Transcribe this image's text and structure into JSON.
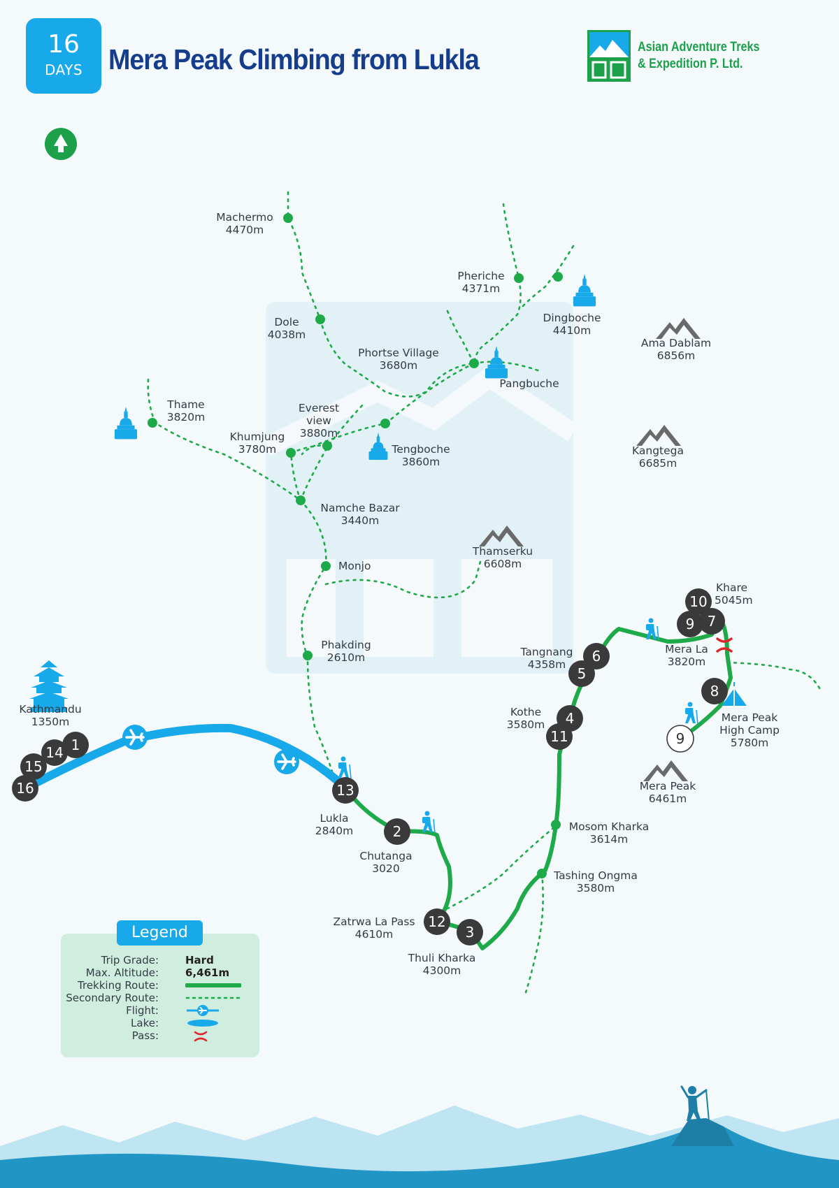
{
  "header": {
    "days_number": "16",
    "days_word": "DAYS",
    "title": "Mera Peak Climbing from Lukla",
    "company_line1": "Asian Adventure Treks",
    "company_line2": "& Expedition P. Ltd."
  },
  "colors": {
    "trek_route": "#1faa4a",
    "secondary_route": "#1faa4a",
    "flight_route": "#18a9ea",
    "day_marker": "#3a3a3a",
    "pass": "#e0252a",
    "accent": "#18a9ea",
    "title": "#163d8c"
  },
  "icons": {
    "north": "tree-icon",
    "monastery": "stupa-icon",
    "mountain": "mountain-icon",
    "hiker": "hiker-icon",
    "flight": "airplane-icon",
    "camp": "tent-icon",
    "city": "pagoda-icon",
    "pass": "pass-icon"
  },
  "places": {
    "machermo_name": "Machermo",
    "machermo_alt": "4470m",
    "dole_name": "Dole",
    "dole_alt": "4038m",
    "phortse_name": "Phortse Village",
    "phortse_alt": "3680m",
    "pheriche_name": "Pheriche",
    "pheriche_alt": "4371m",
    "dingboche_name": "Dingboche",
    "dingboche_alt": "4410m",
    "pangbuche_name": "Pangbuche",
    "thame_name": "Thame",
    "thame_alt": "3820m",
    "everest_view_l1": "Everest",
    "everest_view_l2": "view",
    "everest_view_alt": "3880m",
    "khumjung_name": "Khumjung",
    "khumjung_alt": "3780m",
    "tengboche_name": "Tengboche",
    "tengboche_alt": "3860m",
    "namche_name": "Namche Bazar",
    "namche_alt": "3440m",
    "monjo_name": "Monjo",
    "phakding_name": "Phakding",
    "phakding_alt": "2610m",
    "kathmandu_name": "Kathmandu",
    "kathmandu_alt": "1350m",
    "lukla_name": "Lukla",
    "lukla_alt": "2840m",
    "chutanga_name": "Chutanga",
    "chutanga_alt": "3020",
    "zatrwa_name": "Zatrwa La Pass",
    "zatrwa_alt": "4610m",
    "thuli_name": "Thuli Kharka",
    "thuli_alt": "4300m",
    "tashing_name": "Tashing Ongma",
    "tashing_alt": "3580m",
    "mosom_name": "Mosom Kharka",
    "mosom_alt": "3614m",
    "kothe_name": "Kothe",
    "kothe_alt": "3580m",
    "tangnang_name": "Tangnang",
    "tangnang_alt": "4358m",
    "merala_name": "Mera La",
    "merala_alt": "3820m",
    "khare_name": "Khare",
    "khare_alt": "5045m",
    "highcamp_l1": "Mera Peak",
    "highcamp_l2": "High Camp",
    "highcamp_alt": "5780m"
  },
  "peaks": {
    "ama_dablam_name": "Ama Dablam",
    "ama_dablam_alt": "6856m",
    "kangtega_name": "Kangtega",
    "kangtega_alt": "6685m",
    "thamserku_name": "Thamserku",
    "thamserku_alt": "6608m",
    "mera_peak_name": "Mera Peak",
    "mera_peak_alt": "6461m"
  },
  "day_markers": {
    "d1": "1",
    "d2": "2",
    "d3": "3",
    "d4": "4",
    "d5": "5",
    "d6": "6",
    "d7": "7",
    "d8": "8",
    "d9": "9",
    "d9_summit": "9",
    "d10": "10",
    "d11": "11",
    "d12": "12",
    "d13": "13",
    "d14": "14",
    "d15": "15",
    "d16": "16"
  },
  "legend": {
    "title": "Legend",
    "trip_grade_label": "Trip Grade:",
    "trip_grade_value": "Hard",
    "max_altitude_label": "Max. Altitude:",
    "max_altitude_value": "6,461m",
    "trekking_route_label": "Trekking Route:",
    "secondary_route_label": "Secondary Route:",
    "flight_label": "Flight:",
    "lake_label": "Lake:",
    "pass_label": "Pass:"
  }
}
